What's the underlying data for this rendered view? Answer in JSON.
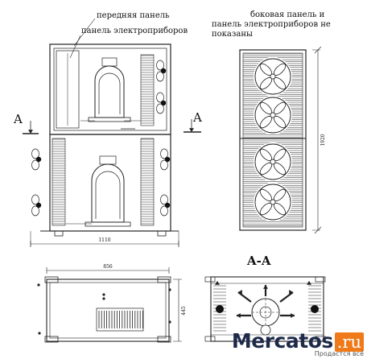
{
  "labels": {
    "front_panel": "передняя панель",
    "electrical_panel": "панель электроприборов",
    "side_note_line1": "боковая панель и",
    "side_note_line2": "панель электроприборов не показаны",
    "section_left": "A",
    "section_right": "A",
    "section_view": "A-A"
  },
  "dimensions": {
    "front_width": "1110",
    "side_height": "1920",
    "plan_width": "856",
    "plan_depth": "445"
  },
  "watermark": {
    "brand": "Mercatos",
    "tld": ".ru",
    "tagline": "Продастся всё"
  },
  "colors": {
    "line": "#222222",
    "brand": "#1e2a4a",
    "accent": "#f07a1a"
  }
}
